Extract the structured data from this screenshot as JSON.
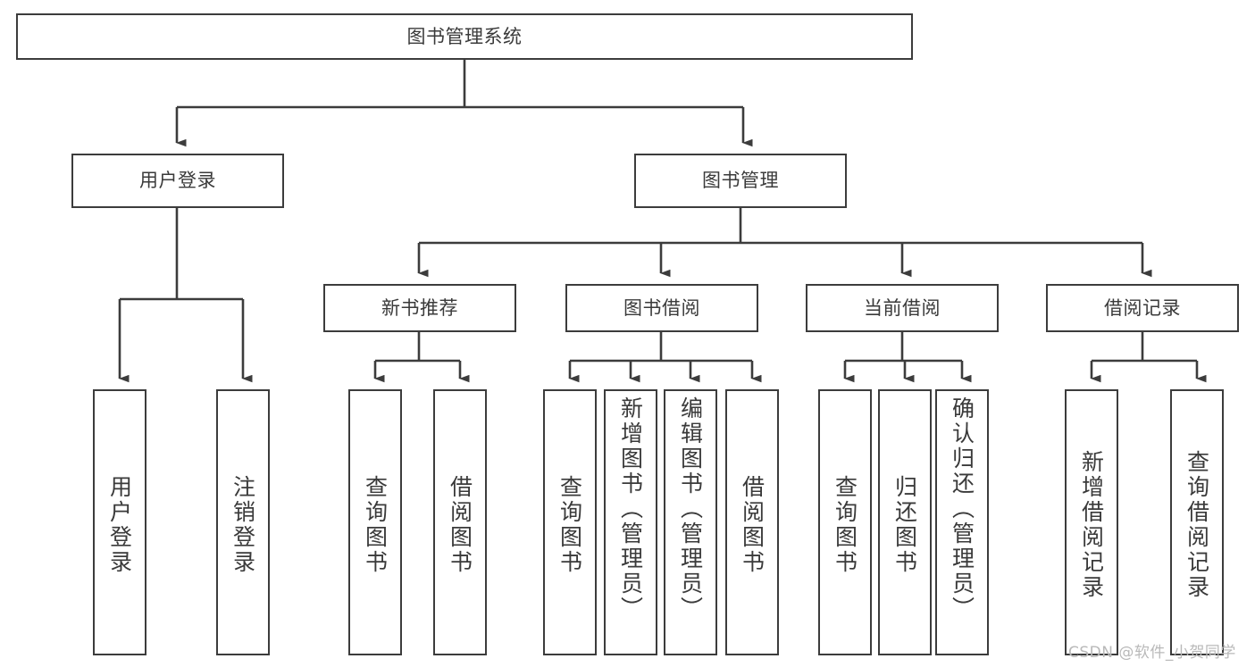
{
  "diagram": {
    "type": "tree",
    "title": "图书管理系统",
    "orientation": "top-down",
    "edge_style": "orthogonal-arrow",
    "colors": {
      "box_border": "#3c3c3c",
      "box_fill": "#ffffff",
      "text": "#3a3a3a",
      "edge": "#3c3c3c",
      "watermark": "#b9b9b9",
      "page_background": "#ffffff"
    }
  },
  "root": {
    "label": "图书管理系统"
  },
  "level2": [
    {
      "label": "用户登录"
    },
    {
      "label": "图书管理"
    }
  ],
  "level3": [
    {
      "label": "新书推荐"
    },
    {
      "label": "图书借阅"
    },
    {
      "label": "当前借阅"
    },
    {
      "label": "借阅记录"
    }
  ],
  "leaves": {
    "user_login": [
      {
        "label": "用户登录"
      },
      {
        "label": "注销登录"
      }
    ],
    "new_book": [
      {
        "label": "查询图书"
      },
      {
        "label": "借阅图书"
      }
    ],
    "book_borrow": [
      {
        "label": "查询图书"
      },
      {
        "label": "新增图书（管理员）"
      },
      {
        "label": "编辑图书（管理员）"
      },
      {
        "label": "借阅图书"
      }
    ],
    "current_borrow": [
      {
        "label": "查询图书"
      },
      {
        "label": "归还图书"
      },
      {
        "label": "确认归还（管理员）"
      }
    ],
    "borrow_record": [
      {
        "label": "新增借阅记录"
      },
      {
        "label": "查询借阅记录"
      }
    ]
  },
  "watermark": {
    "text": "CSDN @软件_小贺同学"
  }
}
